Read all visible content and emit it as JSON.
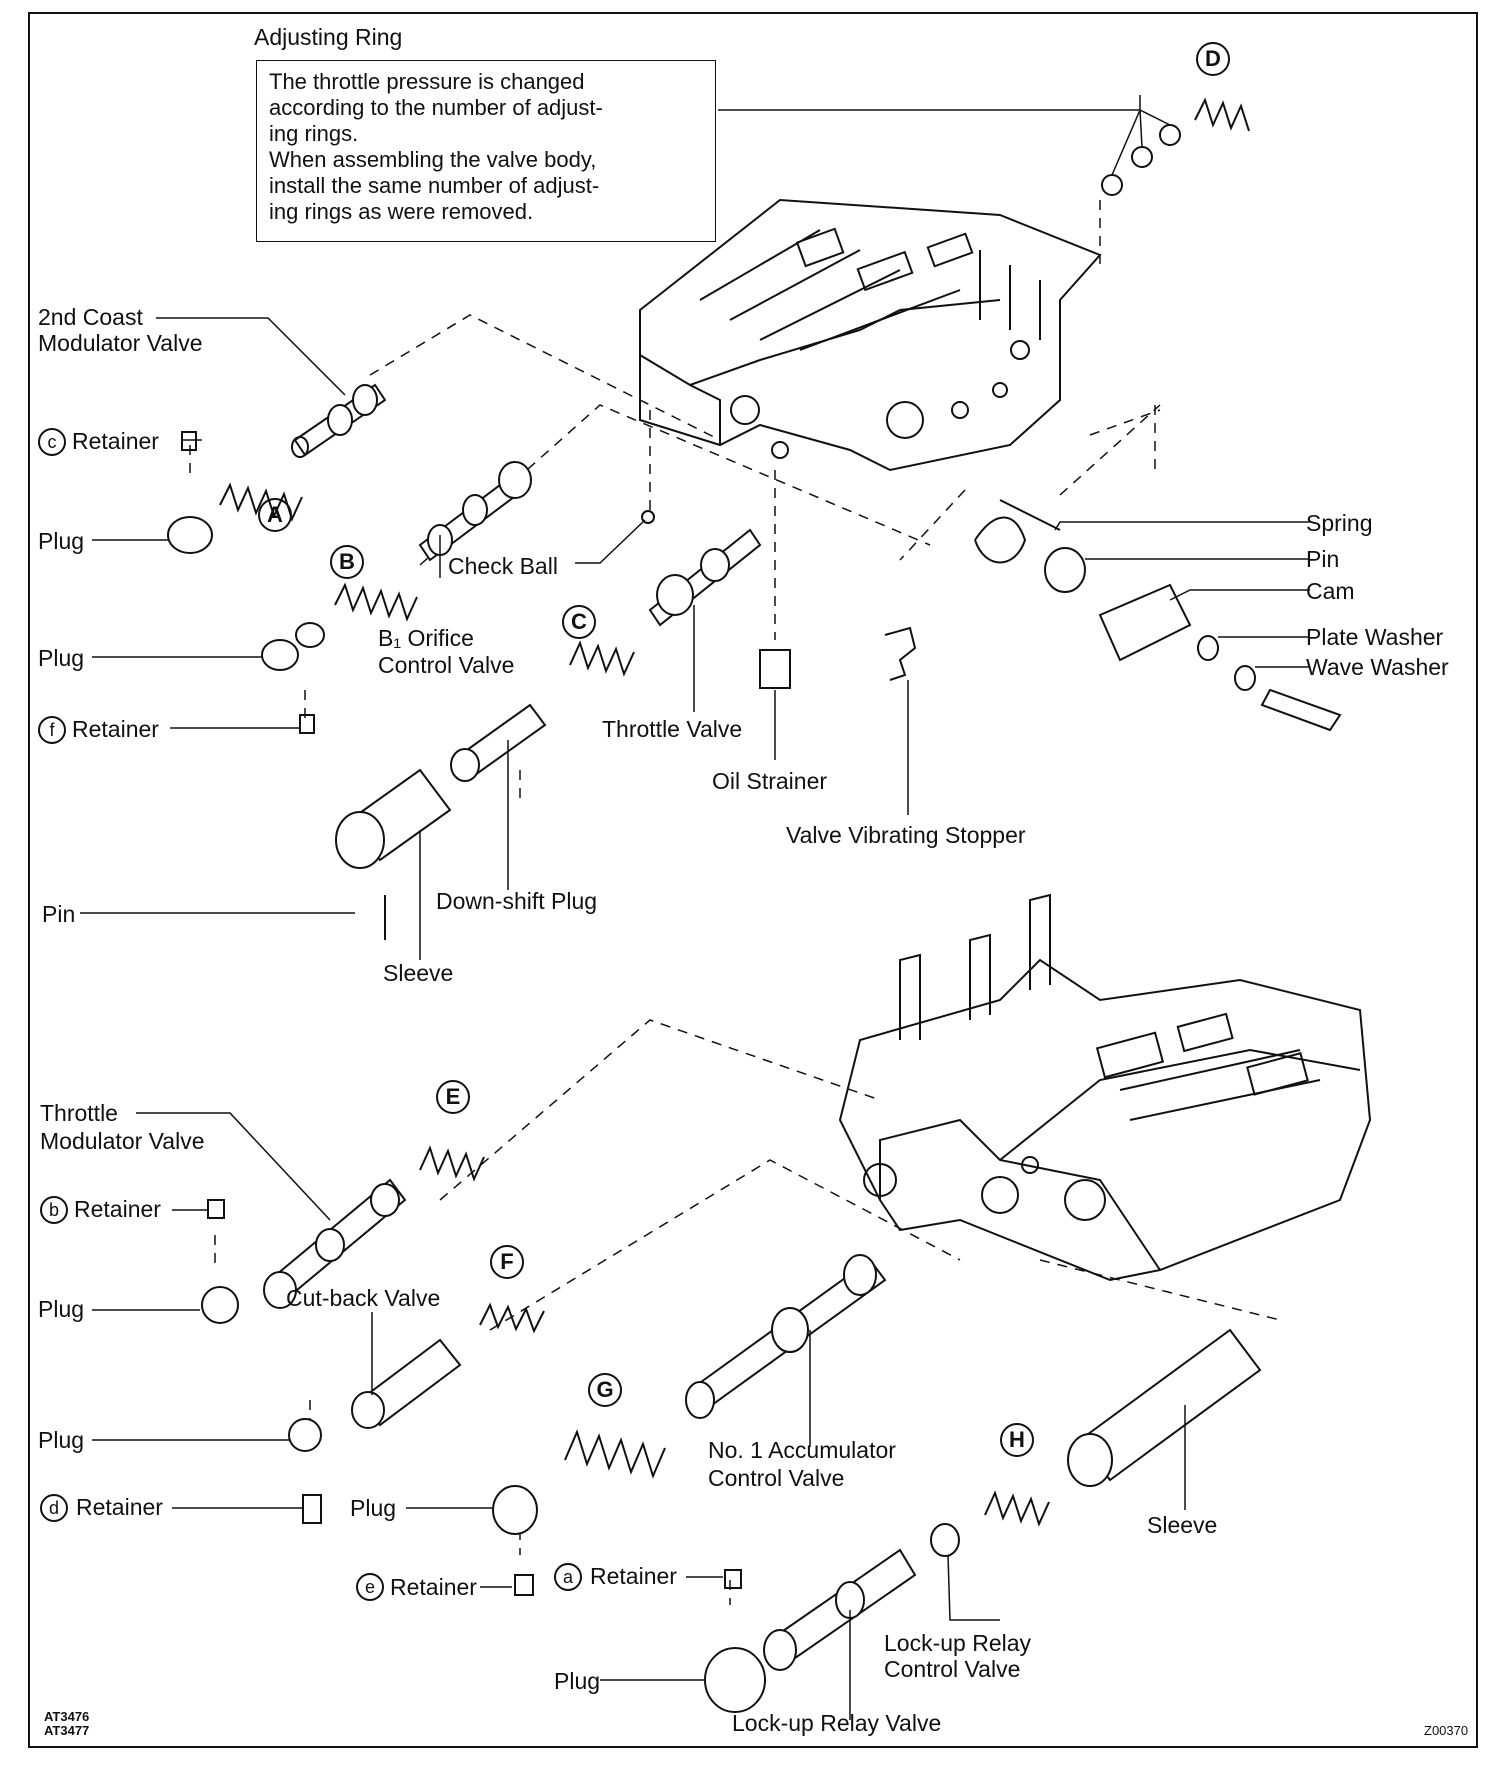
{
  "title": "Adjusting Ring",
  "note": [
    "The throttle pressure is changed",
    "according to the number of adjust-",
    "ing rings.",
    "When assembling the valve body,",
    "install the same number of adjust-",
    "ing rings as were removed."
  ],
  "labels": {
    "second_coast_1": "2nd Coast",
    "second_coast_2": "Modulator Valve",
    "retainer": "Retainer",
    "plug": "Plug",
    "check_ball": "Check Ball",
    "b1_orifice_1": "B₁ Orifice",
    "b1_orifice_2": "Control Valve",
    "throttle_valve": "Throttle Valve",
    "oil_strainer": "Oil Strainer",
    "valve_vibrating_stopper": "Valve Vibrating Stopper",
    "spring": "Spring",
    "pin": "Pin",
    "cam": "Cam",
    "plate_washer": "Plate Washer",
    "wave_washer": "Wave Washer",
    "down_shift_plug": "Down-shift Plug",
    "sleeve": "Sleeve",
    "throttle_mod_1": "Throttle",
    "throttle_mod_2": "Modulator Valve",
    "cut_back_valve": "Cut-back Valve",
    "no1_acc_1": "No. 1 Accumulator",
    "no1_acc_2": "Control Valve",
    "lockup_relay_control_1": "Lock-up Relay",
    "lockup_relay_control_2": "Control Valve",
    "lockup_relay_valve": "Lock-up Relay Valve"
  },
  "circled_letters": {
    "A": "A",
    "B": "B",
    "C": "C",
    "D": "D",
    "E": "E",
    "F": "F",
    "G": "G",
    "H": "H",
    "a": "a",
    "b": "b",
    "c": "c",
    "d": "d",
    "e": "e",
    "f": "f"
  },
  "codes": {
    "at1": "AT3476",
    "at2": "AT3477",
    "ref": "Z00370"
  }
}
